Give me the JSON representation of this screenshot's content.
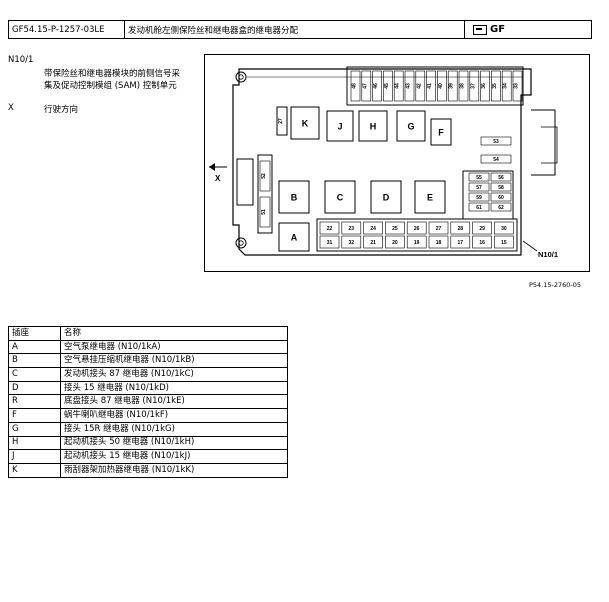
{
  "header": {
    "doc_id": "GF54.15-P-1257-03LE",
    "title": "发动机舱左侧保险丝和继电器盒的继电器分配",
    "logo_text": "GF"
  },
  "legend": [
    {
      "code": "N10/1",
      "text_lines": [
        "带保险丝和继电器模块的前侧信号采",
        "集及促动控制模组 (SAM) 控制单元"
      ]
    },
    {
      "code": "X",
      "text_lines": [
        "行驶方向"
      ]
    }
  ],
  "diagram": {
    "relay_labels": [
      "K",
      "J",
      "H",
      "G",
      "F",
      "B",
      "C",
      "D",
      "E",
      "A"
    ],
    "fuse_labels_top": [
      "48",
      "47",
      "46",
      "45",
      "44",
      "43",
      "42",
      "41",
      "40",
      "39",
      "38",
      "37",
      "36",
      "35",
      "34",
      "33"
    ],
    "fuse_labels_right": [
      "53",
      "54",
      "55",
      "56",
      "57",
      "58",
      "59",
      "60",
      "61",
      "62"
    ],
    "fuse_labels_left": [
      "52",
      "51"
    ],
    "fuse_labels_bottom": [
      "22",
      "23",
      "24",
      "25",
      "26",
      "27",
      "28",
      "29",
      "30",
      "31",
      "32",
      "21",
      "20",
      "19",
      "18",
      "17",
      "16",
      "15"
    ],
    "small_label_27": "27",
    "direction_label": "X",
    "callout_label": "N10/1",
    "figure_id": "P54.15-2760-05"
  },
  "table": {
    "headers": [
      "插座",
      "名称"
    ],
    "rows": [
      {
        "socket": "A",
        "name": "空气泵继电器 (N10/1kA)"
      },
      {
        "socket": "B",
        "name": "空气悬挂压缩机继电器 (N10/1kB)"
      },
      {
        "socket": "C",
        "name": "发动机接头 87 继电器 (N10/1kC)"
      },
      {
        "socket": "D",
        "name": "接头 15 继电器 (N10/1kD)"
      },
      {
        "socket": "R",
        "name": "底盘接头 87 继电器 (N10/1kE)"
      },
      {
        "socket": "F",
        "name": "蜗牛喇叭继电器 (N10/1kF)"
      },
      {
        "socket": "G",
        "name": "接头 15R 继电器 (N10/1kG)"
      },
      {
        "socket": "H",
        "name": "起动机接头 50 继电器 (N10/1kH)"
      },
      {
        "socket": "J",
        "name": "起动机接头 15 继电器 (N10/1kJ)"
      },
      {
        "socket": "K",
        "name": "雨刮器架加热器继电器 (N10/1kK)"
      }
    ]
  }
}
